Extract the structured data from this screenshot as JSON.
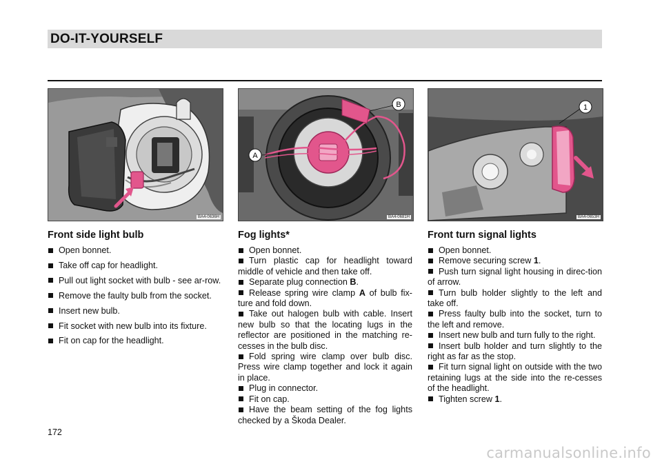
{
  "header": {
    "title": "DO-IT-YOURSELF"
  },
  "figures": [
    {
      "code": "BA4-0636H"
    },
    {
      "code": "BA4-0681H",
      "labels": [
        "A",
        "B"
      ]
    },
    {
      "code": "BA4-0653H",
      "labels": [
        "1"
      ]
    }
  ],
  "sections": [
    {
      "heading": "Front side light bulb",
      "steps": [
        "Open bonnet.",
        "Take off cap for headlight.",
        "Pull out light socket with bulb - see ar-row.",
        "Remove the faulty bulb from the socket.",
        "Insert new bulb.",
        "Fit socket with new bulb into its fixture.",
        "Fit on cap for the headlight."
      ]
    },
    {
      "heading": "Fog lights*",
      "steps": [
        {
          "text": "Open bonnet."
        },
        {
          "text": "Turn plastic cap for headlight toward middle of vehicle and then take off."
        },
        {
          "pre": "Separate plug connection ",
          "bold": "B",
          "post": "."
        },
        {
          "pre": "Release spring wire clamp ",
          "bold": "A",
          "post": " of bulb fix-ture and fold down."
        },
        {
          "text": "Take out halogen bulb with cable. Insert new bulb so that the locating lugs in the reflector are positioned in the matching re-cesses in the bulb disc."
        },
        {
          "text": "Fold spring wire clamp over bulb disc. Press wire clamp together and lock it again in place."
        },
        {
          "text": "Plug in connector."
        },
        {
          "text": "Fit on cap."
        },
        {
          "text": "Have the beam setting of the fog lights checked by a Škoda Dealer."
        }
      ]
    },
    {
      "heading": "Front turn signal lights",
      "steps": [
        {
          "text": "Open bonnet."
        },
        {
          "pre": "Remove securing screw ",
          "bold": "1",
          "post": "."
        },
        {
          "text": "Push turn signal light housing in direc-tion of arrow."
        },
        {
          "text": "Turn bulb holder slightly to the left and take off."
        },
        {
          "text": "Press faulty bulb into the socket, turn to the left and remove."
        },
        {
          "text": "Insert new bulb and turn fully to the right."
        },
        {
          "text": "Insert bulb holder and turn slightly to the right as far as the stop."
        },
        {
          "text": "Fit turn signal light on outside with the two retaining lugs at the side into the re-cesses of the headlight."
        },
        {
          "pre": "Tighten screw ",
          "bold": "1",
          "post": "."
        }
      ]
    }
  ],
  "footer": {
    "page_number": "172",
    "watermark": "carmanualsonline.info"
  },
  "colors": {
    "header_band": "#d9d9d9",
    "highlight": "#e2568c",
    "arrow": "#e2568c"
  }
}
